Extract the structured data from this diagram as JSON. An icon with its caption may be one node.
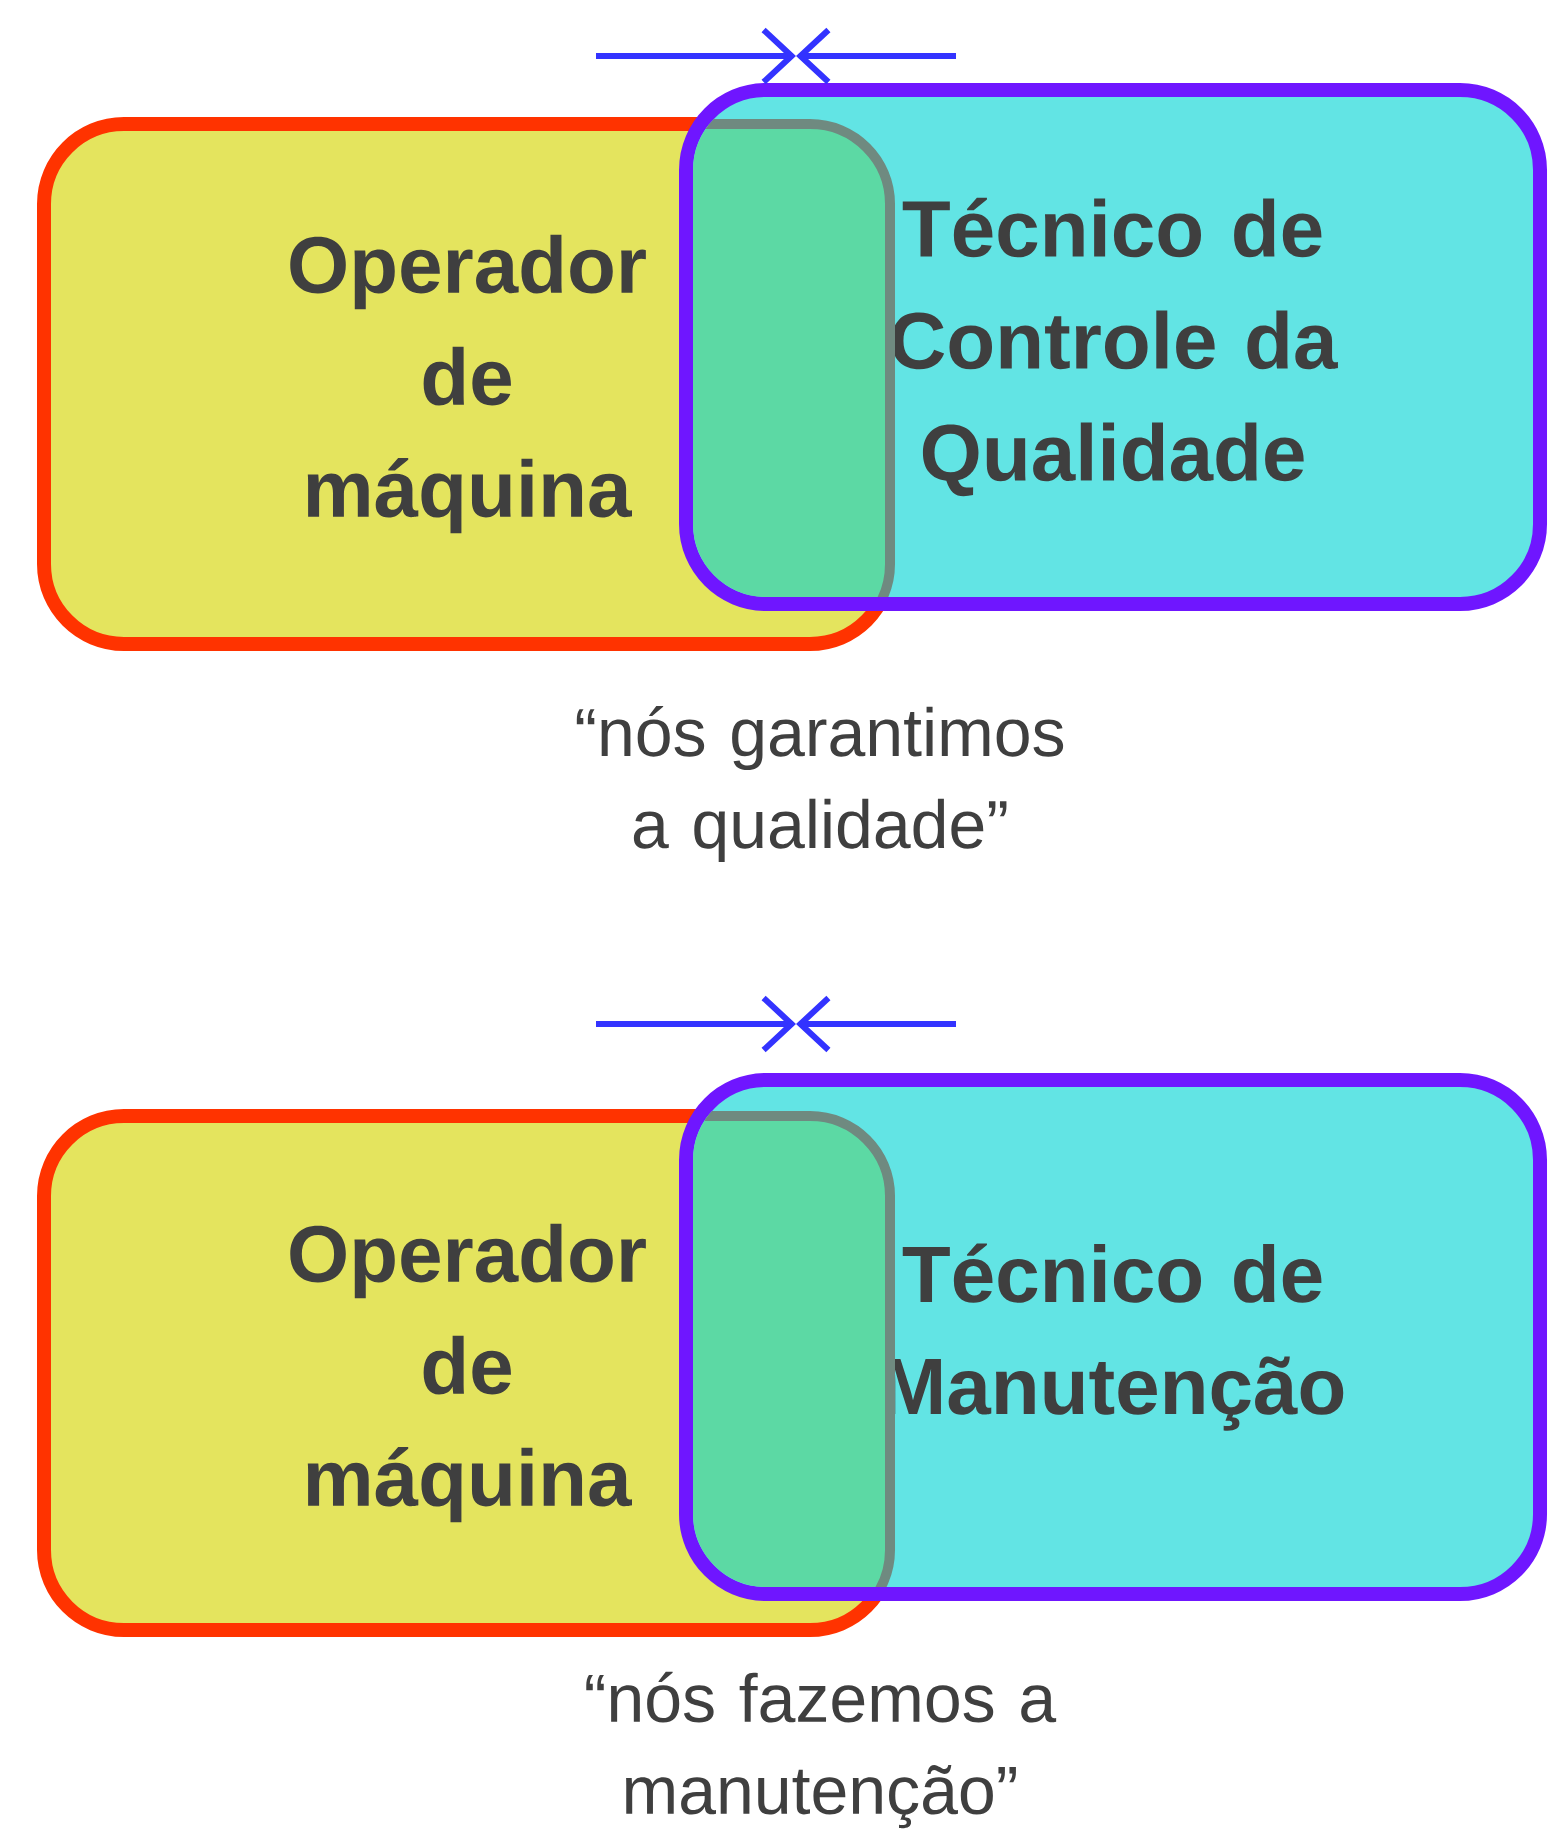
{
  "diagram": {
    "nodes": [
      {
        "text": [
          "Operador de máquina"
        ]
      },
      {
        "text": [
          "Técnico de Controle da Qualidade"
        ]
      },
      {
        "text": [
          "Operador de máquina"
        ]
      },
      {
        "text": [
          "Técnico de Manutenção"
        ]
      }
    ],
    "labels": [
      "“nós garantimos a qualidade”",
      "“nós fazemos a manutenção”"
    ]
  }
}
